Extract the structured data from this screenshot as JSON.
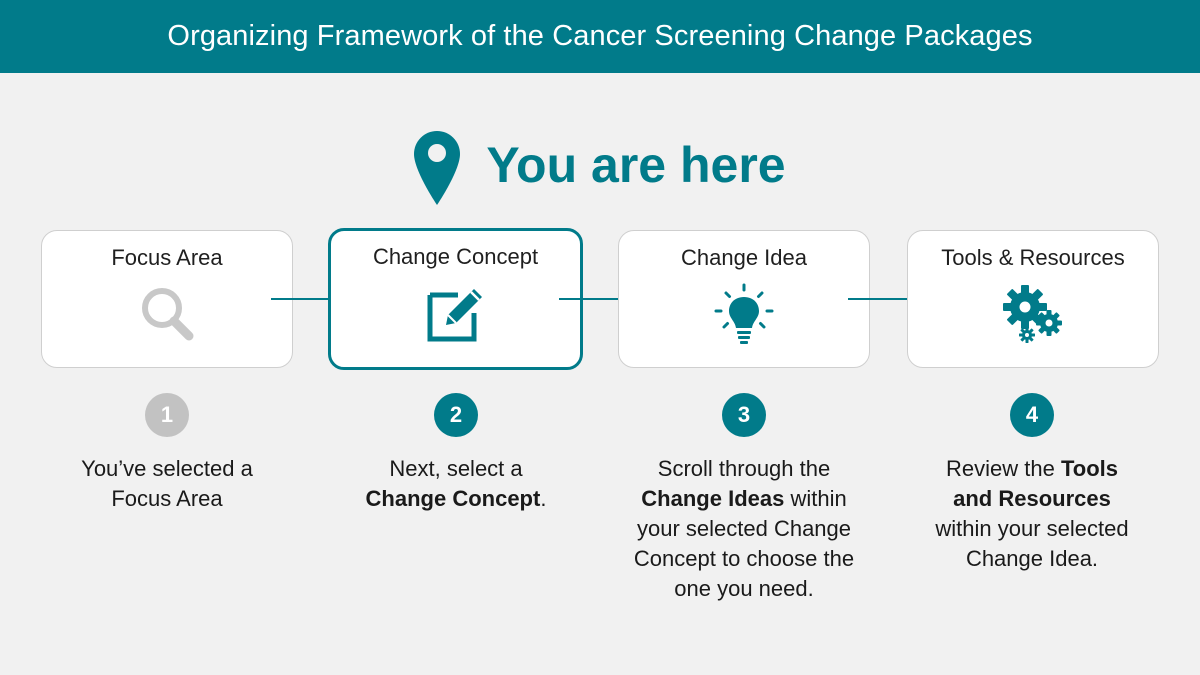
{
  "header": {
    "title": "Organizing Framework of the Cancer Screening Change Packages"
  },
  "marker": {
    "label": "You are here",
    "icon": "map-pin-icon",
    "color": "#017b8a"
  },
  "colors": {
    "accent": "#017b8a",
    "background": "#f1f1f1",
    "completed": "#c2c2c2"
  },
  "steps": [
    {
      "title": "Focus Area",
      "icon": "magnifying-glass-icon",
      "number": "1",
      "status": "completed",
      "desc": [
        {
          "text": "You’ve selected a Focus Area",
          "bold": false
        }
      ]
    },
    {
      "title": "Change Concept",
      "icon": "edit-pencil-icon",
      "number": "2",
      "status": "current",
      "desc": [
        {
          "text": "Next, select a ",
          "bold": false
        },
        {
          "text": "Change Concept",
          "bold": true
        },
        {
          "text": ".",
          "bold": false
        }
      ]
    },
    {
      "title": "Change Idea",
      "icon": "lightbulb-icon",
      "number": "3",
      "status": "upcoming",
      "desc": [
        {
          "text": "Scroll through the ",
          "bold": false
        },
        {
          "text": "Change Ideas",
          "bold": true
        },
        {
          "text": " within your selected Change Concept to choose the one you need.",
          "bold": false
        }
      ]
    },
    {
      "title": "Tools & Resources",
      "icon": "gears-icon",
      "number": "4",
      "status": "upcoming",
      "desc": [
        {
          "text": "Review the ",
          "bold": false
        },
        {
          "text": "Tools and Resources",
          "bold": true
        },
        {
          "text": " within your selected Change Idea.",
          "bold": false
        }
      ]
    }
  ]
}
